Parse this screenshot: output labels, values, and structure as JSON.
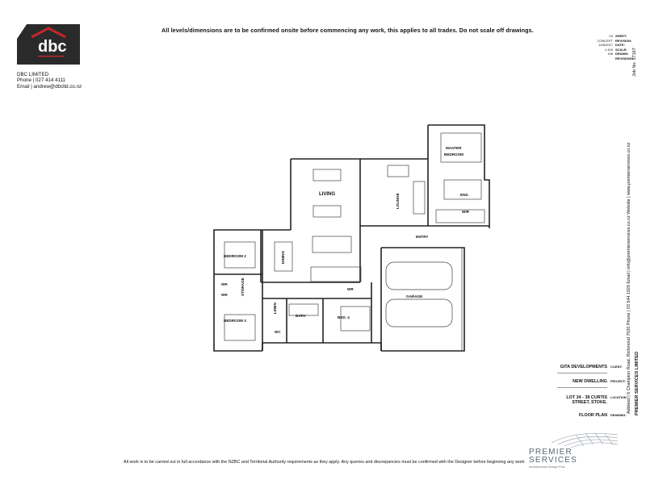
{
  "header": {
    "notice": "All levels/dimensions are to be confirmed onsite before commencing any work, this applies to all trades. Do not scale off drawings."
  },
  "company": {
    "logo_text": "dbc",
    "name": "DBC LIMITED",
    "phone": "Phone | 027 414 4111",
    "email": "Email | andrew@dbcltd.co.nz"
  },
  "sheet_meta": {
    "rows": [
      {
        "value": "04",
        "key": "SHEET:"
      },
      {
        "value": "CONCEPT",
        "key": "REVISION:"
      },
      {
        "value": "1/06/2017",
        "key": "DATE:"
      },
      {
        "value": "1:100",
        "key": "SCALE:"
      },
      {
        "value": "KM",
        "key": "DRAWN:"
      },
      {
        "value": "",
        "key": "REVISIONS:"
      }
    ],
    "job_no": "Job No. 17167"
  },
  "designer": {
    "company": "PREMIER SERVICES LIMITED",
    "contact": "Address | 6 Champion Road, Richmond 7020   Phone | 03 544 1929   Email | info@premierservices.co.nz   Website | www.premierservices.co.nz",
    "logo_line1": "PREMIER",
    "logo_line2": "SERVICES",
    "logo_tagline": "Architectural Design Plus"
  },
  "title_block": {
    "client": {
      "value": "GITA DEVELOPMENTS",
      "label": "CLIENT:"
    },
    "project": {
      "value": "NEW DWELLING",
      "label": "PROJECT:"
    },
    "location": {
      "value_line1": "LOT 34 - 39 CURTIS",
      "value_line2": "STREET, STOKE.",
      "label": "LOCATION:"
    },
    "drawing": {
      "value": "FLOOR PLAN",
      "label": "DRAWING:"
    }
  },
  "footer": {
    "notice": "All work is to be carried out in full accordance with the NZBC and Territorial Authority requirements as they apply.  Any queries and discrepancies must be confirmed with the Designer before beginning any work"
  },
  "rooms": {
    "master_bedroom_1": "MASTER",
    "master_bedroom_2": "BEDROOM",
    "ens": "ENS.",
    "wir_master": "WIR",
    "living": "LIVING",
    "lounge": "LOUNGE",
    "entry": "ENTRY",
    "dining": "DINING",
    "bedroom2": "BEDROOM 2",
    "wr_a": "WR",
    "wr_b": "WR",
    "storage": "STORAGE",
    "linen": "LINEN",
    "bedroom3": "BEDROOM 3",
    "bath": "BATH",
    "wc": "WC",
    "bed4": "BED. 4",
    "wr_c": "WR",
    "garage": "GARAGE"
  }
}
